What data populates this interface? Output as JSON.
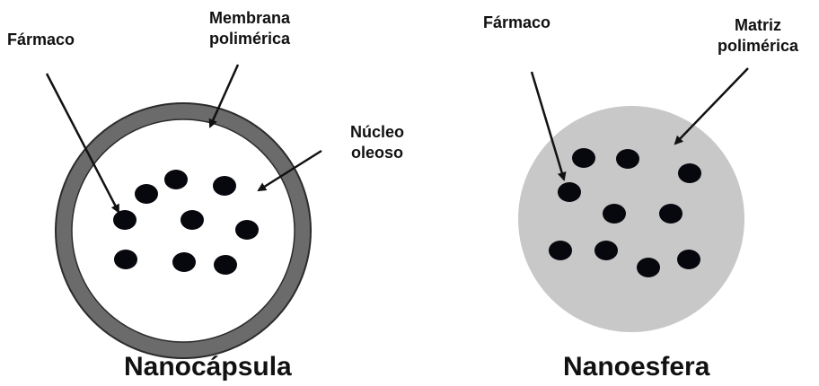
{
  "nanocapsule": {
    "title": "Nanocápsula",
    "labels": {
      "drug": "Fármaco",
      "membrane": "Membrana\npolimérica",
      "core": "Núcleo\noleoso"
    },
    "colors": {
      "membrane": "#6b6b6b",
      "core": "#ffffff",
      "outline": "#2b2b2b"
    }
  },
  "nanosphere": {
    "title": "Nanoesfera",
    "labels": {
      "drug": "Fármaco",
      "matrix": "Matriz\npolimérica"
    },
    "colors": {
      "matrix": "#c8c8c8"
    }
  },
  "colors": {
    "drug_particle": "#07070e",
    "text": "#111111",
    "arrow": "#111111"
  }
}
